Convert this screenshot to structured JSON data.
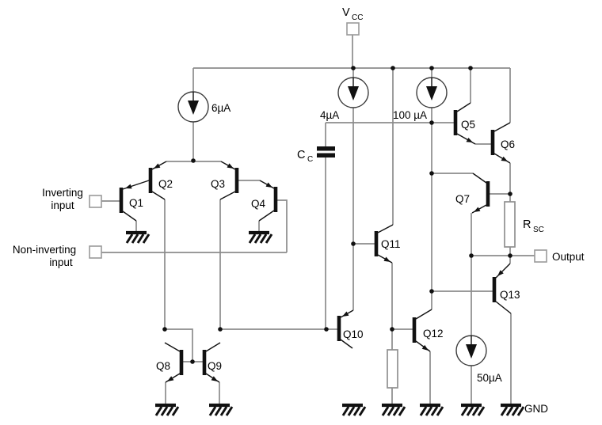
{
  "power": {
    "vcc_main": "V",
    "vcc_sub": "CC",
    "gnd": "GND"
  },
  "inputs": {
    "inverting_l1": "Inverting",
    "inverting_l2": "input",
    "noninverting_l1": "Non-inverting",
    "noninverting_l2": "input"
  },
  "output_label": "Output",
  "sources": {
    "i6": "6µA",
    "i4": "4µA",
    "i100": "100 µA",
    "i50": "50µA"
  },
  "capacitor": {
    "main": "C",
    "sub": "C"
  },
  "short_circuit_resistor": {
    "main": "R",
    "sub": "SC"
  },
  "transistors": {
    "q1": "Q1",
    "q2": "Q2",
    "q3": "Q3",
    "q4": "Q4",
    "q5": "Q5",
    "q6": "Q6",
    "q7": "Q7",
    "q8": "Q8",
    "q9": "Q9",
    "q10": "Q10",
    "q11": "Q11",
    "q12": "Q12",
    "q13": "Q13"
  },
  "colors": {
    "wire": "#8c8c8c",
    "component": "#111111",
    "background": "#ffffff"
  }
}
